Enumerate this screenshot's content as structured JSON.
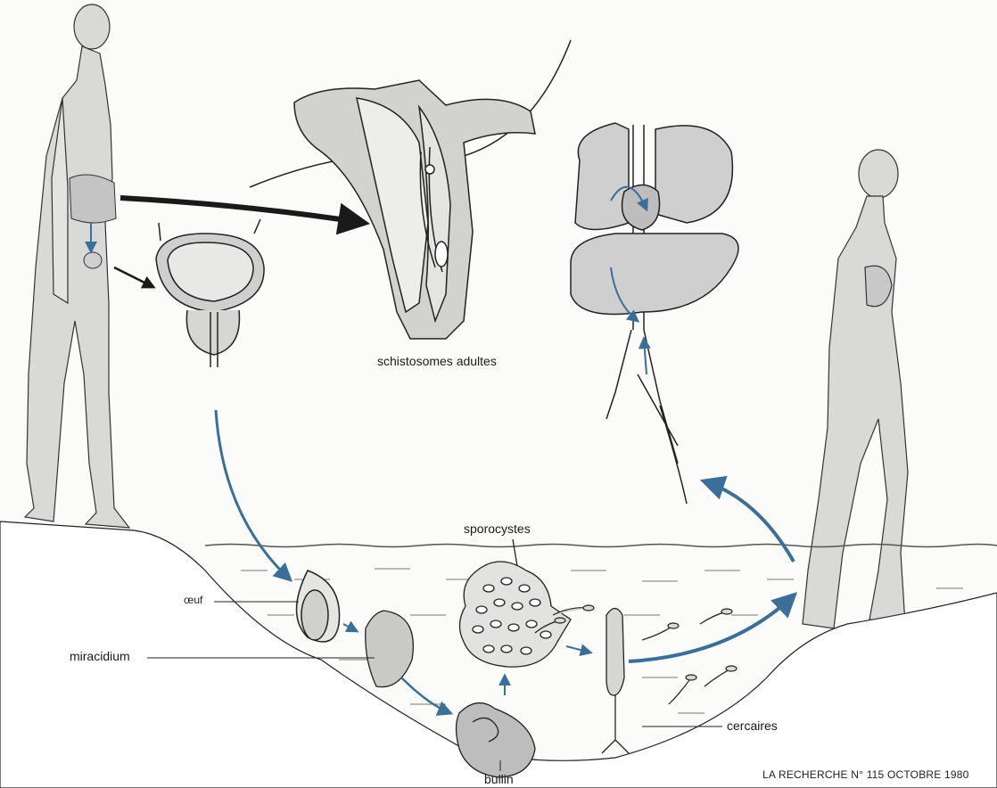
{
  "labels": {
    "adult_worms": "schistosomes adultes",
    "sporocysts": "sporocystes",
    "egg": "œuf",
    "miracidium": "miracidium",
    "cercariae": "cercaires",
    "snail": "bullin"
  },
  "footer": {
    "source": "LA RECHERCHE   N° 115   OCTOBRE 1980"
  },
  "colors": {
    "cycle_arrow": "#3b6f98",
    "ink": "#1a1a1a",
    "body_shade": "#d8d8d8",
    "organ_shade": "#c9c9c9",
    "water_line": "#555555"
  }
}
